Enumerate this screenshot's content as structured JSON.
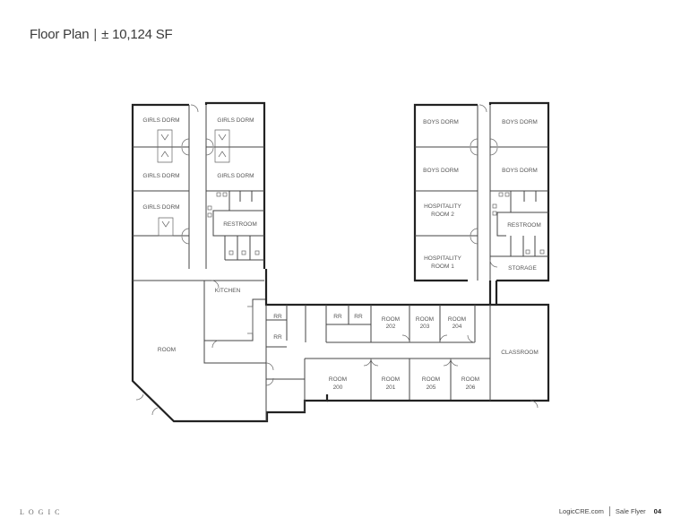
{
  "header": {
    "title": "Floor Plan",
    "separator": "|",
    "area": "± 10,124 SF"
  },
  "floor_plan": {
    "rooms": {
      "girls_dorm_1": "GIRLS DORM",
      "girls_dorm_2": "GIRLS DORM",
      "girls_dorm_3": "GIRLS DORM",
      "girls_dorm_4": "GIRLS DORM",
      "girls_dorm_5": "GIRLS DORM",
      "restroom_left": "RESTROOM",
      "kitchen": "KITCHEN",
      "room_large": "ROOM",
      "rr_1": "RR",
      "rr_2": "RR",
      "rr_3": "RR",
      "rr_4": "RR",
      "room_202": [
        "ROOM",
        "202"
      ],
      "room_203": [
        "ROOM",
        "203"
      ],
      "room_204": [
        "ROOM",
        "204"
      ],
      "room_200": [
        "ROOM",
        "200"
      ],
      "room_201": [
        "ROOM",
        "201"
      ],
      "room_205": [
        "ROOM",
        "205"
      ],
      "room_206": [
        "ROOM",
        "206"
      ],
      "classroom": "CLASSROOM",
      "boys_dorm_1": "BOYS DORM",
      "boys_dorm_2": "BOYS DORM",
      "boys_dorm_3": "BOYS DORM",
      "boys_dorm_4": "BOYS DORM",
      "hospitality_2": [
        "HOSPITALITY",
        "ROOM 2"
      ],
      "hospitality_1": [
        "HOSPITALITY",
        "ROOM 1"
      ],
      "restroom_right": "RESTROOM",
      "storage": "STORAGE"
    }
  },
  "footer": {
    "logo": "LOGIC",
    "website": "LogicCRE.com",
    "doc_type": "Sale Flyer",
    "page_number": "04"
  }
}
